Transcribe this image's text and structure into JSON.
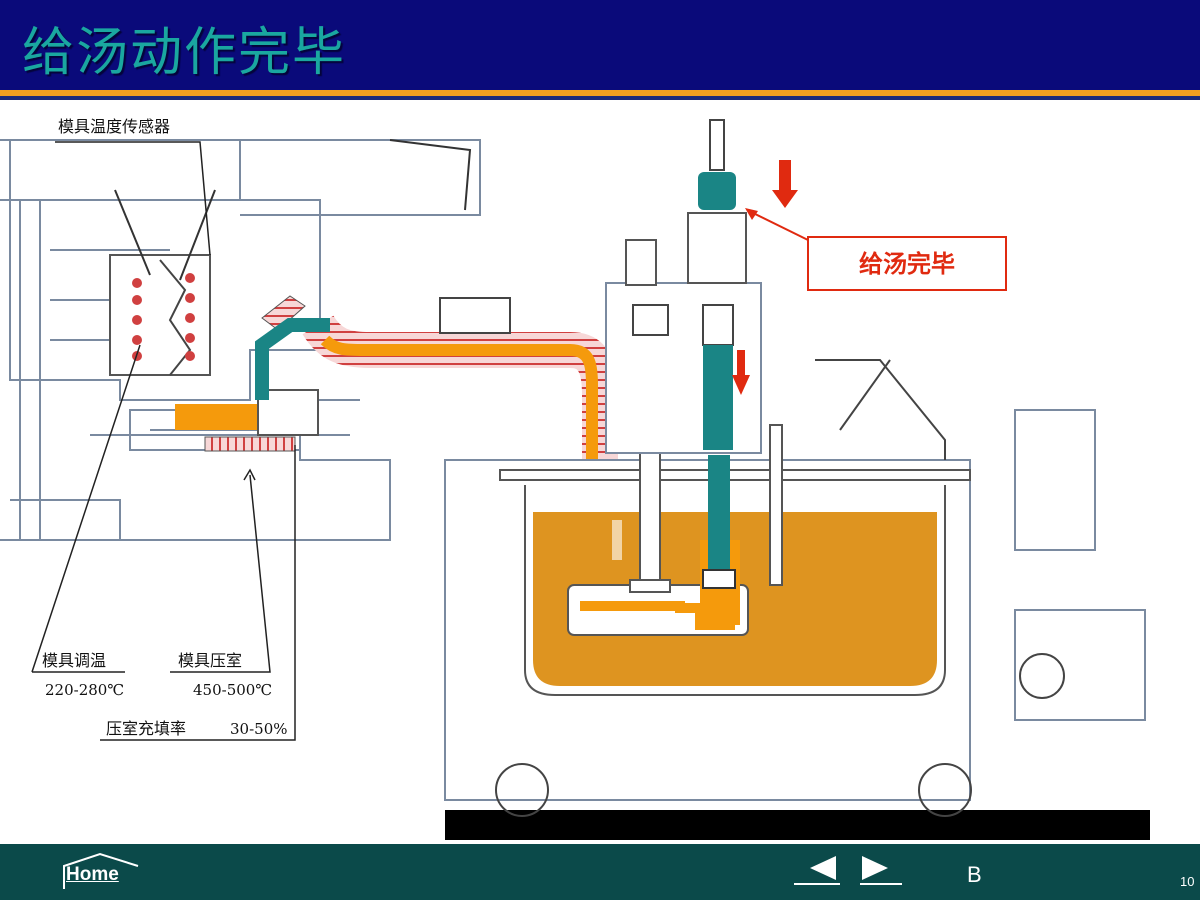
{
  "header": {
    "title": "给汤动作完毕"
  },
  "diagram": {
    "callout": "给汤完毕",
    "sensor_label": "模具温度传感器",
    "die_temp_label": "模具调温",
    "die_temp_value": "220-280℃",
    "chamber_label": "模具压室",
    "chamber_value": "450-500℃",
    "fill_rate_label": "压室充填率",
    "fill_rate_value": "30-50%"
  },
  "colors": {
    "melt": "#e0961e",
    "teal": "#1a8585",
    "accent_red": "#e02a10",
    "header_bg": "#0a0a7a"
  },
  "footer": {
    "home_label": "Home",
    "nav_prev_icon": "triangle-left-icon",
    "nav_next_icon": "triangle-right-icon",
    "b_label": "B",
    "page_number": "10"
  }
}
